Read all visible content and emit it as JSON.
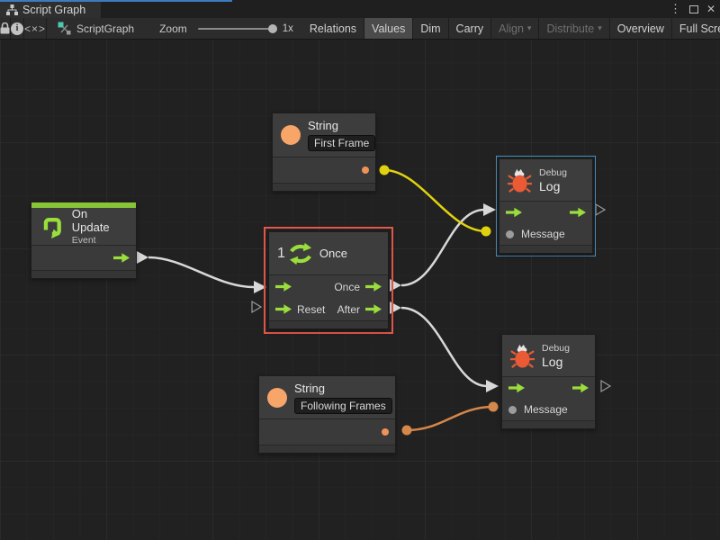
{
  "window": {
    "tab_title": "Script Graph"
  },
  "icons": {
    "menu": "⋮",
    "close": "✕",
    "code": "<×>",
    "info": "i",
    "dropdown": "▾"
  },
  "toolbar": {
    "graph_name": "ScriptGraph",
    "zoom_label": "Zoom",
    "zoom_value": "1x",
    "buttons": {
      "relations": "Relations",
      "values": "Values",
      "dim": "Dim",
      "carry": "Carry",
      "align": "Align",
      "distribute": "Distribute",
      "overview": "Overview",
      "fullscreen": "Full Screen"
    },
    "active_button": "Values",
    "disabled_buttons": [
      "Align",
      "Distribute"
    ]
  },
  "graph": {
    "nodes": {
      "string_first": {
        "title": "String",
        "value": "First Frame"
      },
      "on_update": {
        "title": "On Update",
        "subtitle": "Event"
      },
      "once": {
        "title": "Once",
        "icon_number": "1",
        "in_reset": "Reset",
        "out_once": "Once",
        "out_after": "After",
        "selected": true,
        "selection_color": "#e45849"
      },
      "debug_log_top": {
        "surtitle": "Debug",
        "title": "Log",
        "message_label": "Message",
        "selected": true,
        "selection_color": "#4a90c2"
      },
      "string_following": {
        "title": "String",
        "value": "Following Frames"
      },
      "debug_log_bottom": {
        "surtitle": "Debug",
        "title": "Log",
        "message_label": "Message"
      }
    },
    "wires": [
      {
        "from": "on-update-flow-out",
        "to": "once-flow-in",
        "color": "#d8d8d8"
      },
      {
        "from": "once-out-once",
        "to": "debug-log-top-flow-in",
        "color": "#d8d8d8"
      },
      {
        "from": "once-out-after",
        "to": "debug-log-bottom-flow-in",
        "color": "#d8d8d8"
      },
      {
        "from": "string-first-out",
        "to": "debug-log-top-message",
        "color": "#e0d20e"
      },
      {
        "from": "string-following-out",
        "to": "debug-log-bottom-message",
        "color": "#d6874a"
      }
    ]
  },
  "colors": {
    "accent_green": "#9ade3b",
    "event_bar_green": "#87c437",
    "string_orange": "#f7a569",
    "bug_orange": "#ea5b35",
    "wire_yellow": "#e0d20e",
    "wire_orange": "#d6874a",
    "selection_red": "#e45849",
    "selection_blue": "#4a90c2",
    "tab_accent_blue": "#3c7bbf"
  }
}
